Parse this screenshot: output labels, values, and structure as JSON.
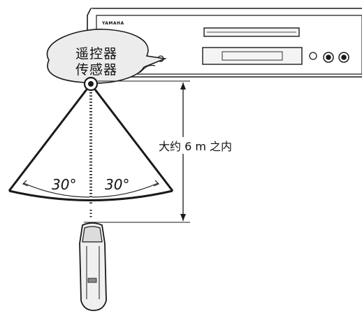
{
  "diagram": {
    "sensor_label_line1": "遥控器",
    "sensor_label_line2": "传感器",
    "distance_label": "大约 6 m 之内",
    "angle_left": "30°",
    "angle_right": "30°",
    "brand": "YAMAHA"
  },
  "colors": {
    "line": "#1a1a1a",
    "fill": "#ececec",
    "background": "#ffffff"
  }
}
